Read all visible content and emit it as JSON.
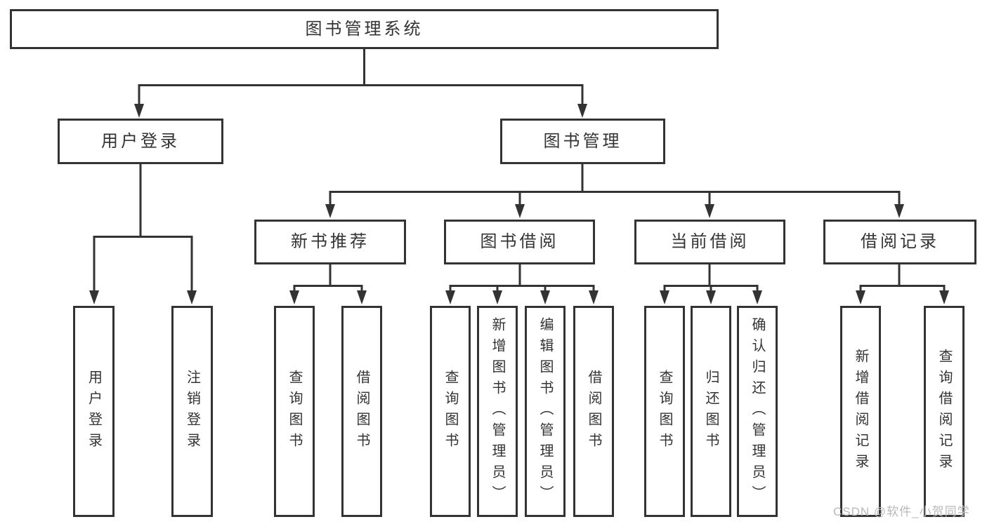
{
  "tree": {
    "root": {
      "label": "图书管理系统"
    },
    "branches": [
      {
        "label": "用户登录",
        "children": [
          {
            "label": "用户登录"
          },
          {
            "label": "注销登录"
          }
        ]
      },
      {
        "label": "图书管理",
        "children": [
          {
            "label": "新书推荐",
            "children": [
              {
                "label": "查询图书"
              },
              {
                "label": "借阅图书"
              }
            ]
          },
          {
            "label": "图书借阅",
            "children": [
              {
                "label": "查询图书"
              },
              {
                "label": "新增图书（管理员）"
              },
              {
                "label": "编辑图书（管理员）"
              },
              {
                "label": "借阅图书"
              }
            ]
          },
          {
            "label": "当前借阅",
            "children": [
              {
                "label": "查询图书"
              },
              {
                "label": "归还图书"
              },
              {
                "label": "确认归还（管理员）"
              }
            ]
          },
          {
            "label": "借阅记录",
            "children": [
              {
                "label": "新增借阅记录"
              },
              {
                "label": "查询借阅记录"
              }
            ]
          }
        ]
      }
    ]
  },
  "watermark": {
    "text": "CSDN @软件_小贺同学",
    "color": "#b9b9b9"
  },
  "style": {
    "line_color": "#333333",
    "box_background": "#ffffff",
    "text_color": "#333333",
    "page_background": "#ffffff"
  }
}
